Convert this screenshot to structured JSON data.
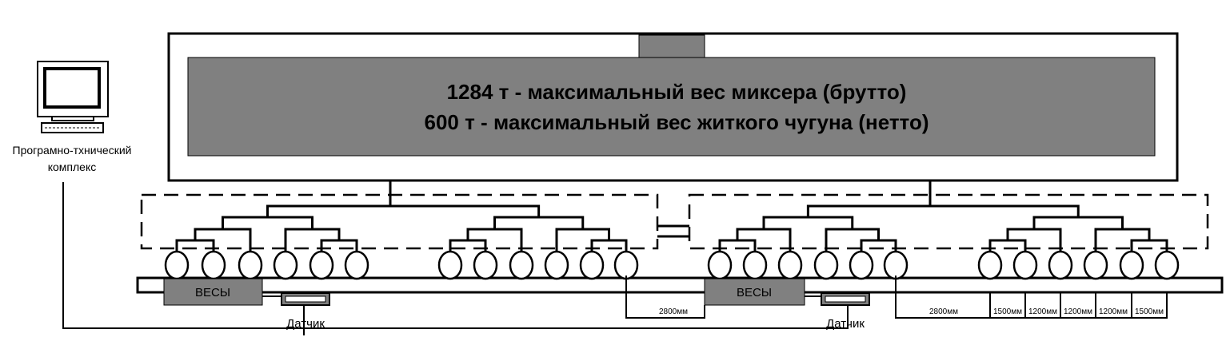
{
  "mixer": {
    "line1": "1284 т - максимальный вес миксера (брутто)",
    "line2": "600 т - максимальный вес житкого чугуна (нетто)"
  },
  "computer": {
    "label_line1": "Програмно-тхнический",
    "label_line2": "комплекс"
  },
  "scales": [
    {
      "label": "ВЕСЫ",
      "sensor_label": "Датчик",
      "dimension": "2800мм"
    },
    {
      "label": "ВЕСЫ",
      "sensor_label": "Датчик",
      "dimension": "2800мм"
    }
  ],
  "wheel_spacings": [
    "1500мм",
    "1200мм",
    "1200мм",
    "1200мм",
    "1500мм"
  ],
  "colors": {
    "body_fill": "#808080",
    "line": "#000000"
  }
}
